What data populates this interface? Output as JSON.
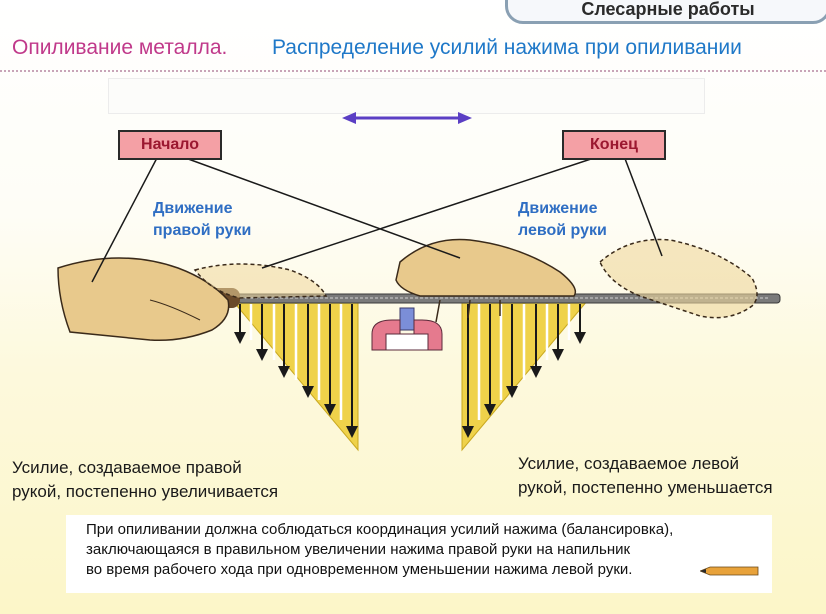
{
  "header": {
    "section": "Слесарные работы"
  },
  "titles": {
    "topic": "Опиливание металла.",
    "main": "Распределение усилий нажима при опиливании"
  },
  "labels": {
    "start": "Начало",
    "end": "Конец"
  },
  "movement": {
    "right_line1": "Движение",
    "right_line2": "правой руки",
    "left_line1": "Движение",
    "left_line2": "левой руки"
  },
  "effort": {
    "right_line1": "Усилие, создаваемое правой",
    "right_line2": "рукой, постепенно увеличивается",
    "left_line1": "Усилие, создаваемое левой",
    "left_line2": "рукой, постепенно уменьшается"
  },
  "note": {
    "line1": "При опиливании должна соблюдаться координация усилий нажима (балансировка),",
    "line2": "заключающаяся в правильном увеличении нажима правой руки на напильник",
    "line3": "во время рабочего хода при одновременном уменьшении нажима левой руки."
  },
  "colors": {
    "pink_label": "#f4a0a5",
    "blue_text": "#2f6ec3",
    "magenta_title": "#c0398a",
    "triangle_fill": "#efd24a",
    "skin": "#e8c98c",
    "arrow_purple": "#5b3fc4",
    "vise_pink": "#e57a8e",
    "vise_blue": "#7b8ed8"
  }
}
